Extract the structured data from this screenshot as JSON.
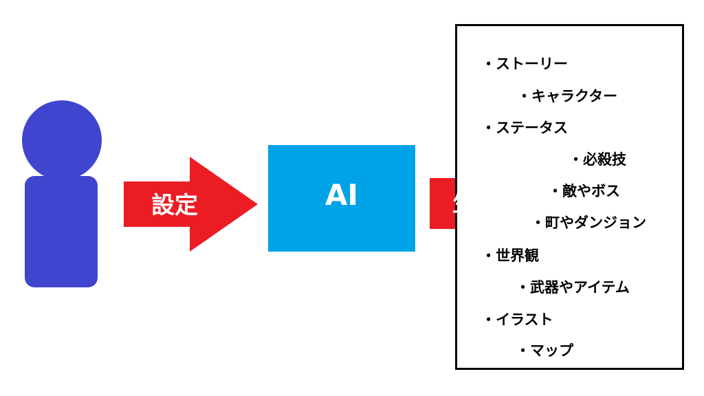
{
  "colors": {
    "person": "#3f45cf",
    "arrow": "#ec1c24",
    "ai_box": "#00a2e8",
    "text_on_color": "#ffffff",
    "list_text": "#000000",
    "border": "#000000"
  },
  "arrow_input": {
    "label": "設定"
  },
  "ai": {
    "label": "AI"
  },
  "arrow_output": {
    "label": "生成"
  },
  "outputs": {
    "items": [
      "・ストーリー",
      "・キャラクター",
      "・ステータス",
      "・必殺技",
      "・敵やボス",
      "・町やダンジョン",
      "・世界観",
      "・武器やアイテム",
      "・イラスト",
      "・マップ"
    ]
  }
}
